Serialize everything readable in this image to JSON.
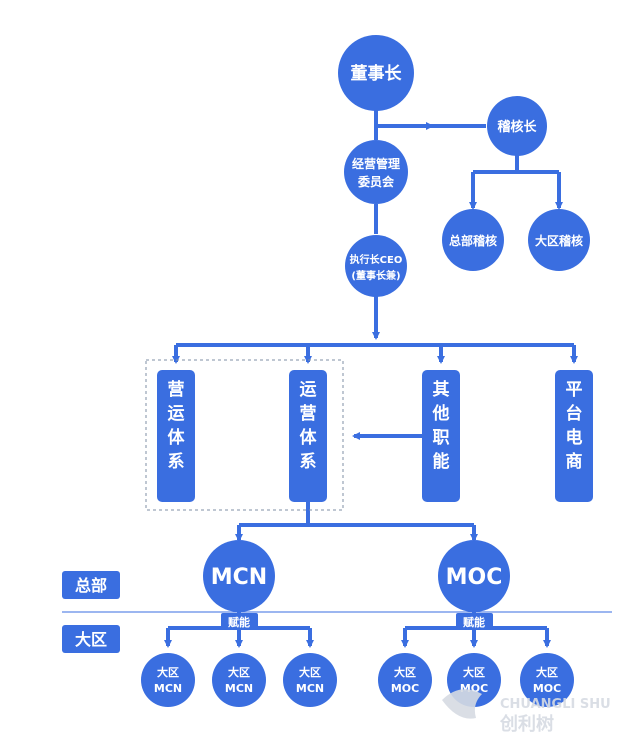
{
  "colors": {
    "node": "#3a6ee0",
    "line": "#3a6ee0",
    "dashed": "#7f8fa6",
    "watermark": "#d6dbe3"
  },
  "nodes": {
    "chairman": "董事长",
    "audit_chief": "稽核长",
    "mgmt_committee": [
      "经营管理",
      "委员会"
    ],
    "hq_audit": "总部稽核",
    "region_audit": "大区稽核",
    "ceo": [
      "执行长CEO",
      "(董事长兼)"
    ],
    "ops_system_1": "营运体系",
    "ops_system_2": "运营体系",
    "other_functions": "其他职能",
    "platform_ecommerce": "平台电商",
    "mcn": "MCN",
    "moc": "MOC",
    "empower_mcn": "赋能",
    "empower_moc": "赋能",
    "region_mcn": [
      [
        "大区",
        "MCN"
      ],
      [
        "大区",
        "MCN"
      ],
      [
        "大区",
        "MCN"
      ]
    ],
    "region_moc": [
      [
        "大区",
        "MOC"
      ],
      [
        "大区",
        "MOC"
      ],
      [
        "大区",
        "MOC"
      ]
    ]
  },
  "levels": {
    "hq": "总部",
    "region": "大区"
  },
  "watermark": {
    "latin": "CHUANGLI SHU",
    "cjk": "创利树"
  }
}
